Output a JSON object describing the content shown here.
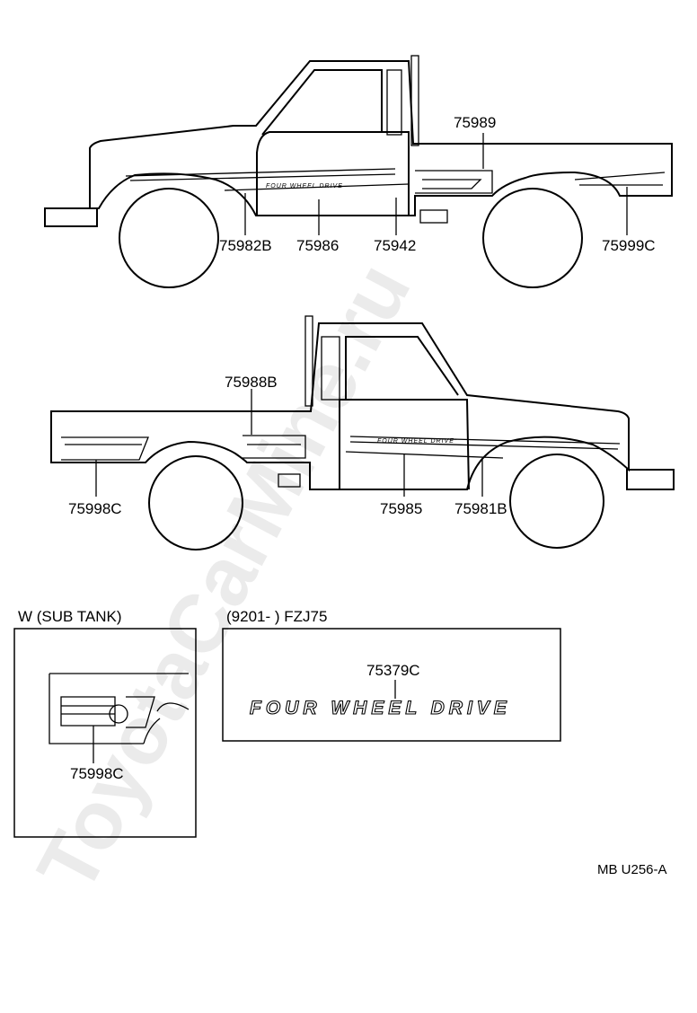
{
  "parts": {
    "upper_roof_marker": "75989",
    "upper_front_stripe": "75982B",
    "upper_door_stripe": "75986",
    "upper_rear_door_stripe": "75942",
    "upper_bed_stripe": "75999C",
    "lower_roof_marker": "75988B",
    "lower_bed_stripe": "75998C",
    "lower_door_stripe": "75985",
    "lower_front_stripe": "75981B"
  },
  "door_text": {
    "upper": "FOUR WHEEL DRIVE",
    "lower": "FOUR WHEEL DRIVE"
  },
  "sub_tank": {
    "title": "W (SUB TANK)",
    "part": "75998C"
  },
  "emblem": {
    "range": "(9201-          ) FZJ75",
    "part": "75379C",
    "text": "FOUR WHEEL DRIVE"
  },
  "footer_code": "MB  U256-A",
  "watermark": "ToyotaCarMine.ru"
}
